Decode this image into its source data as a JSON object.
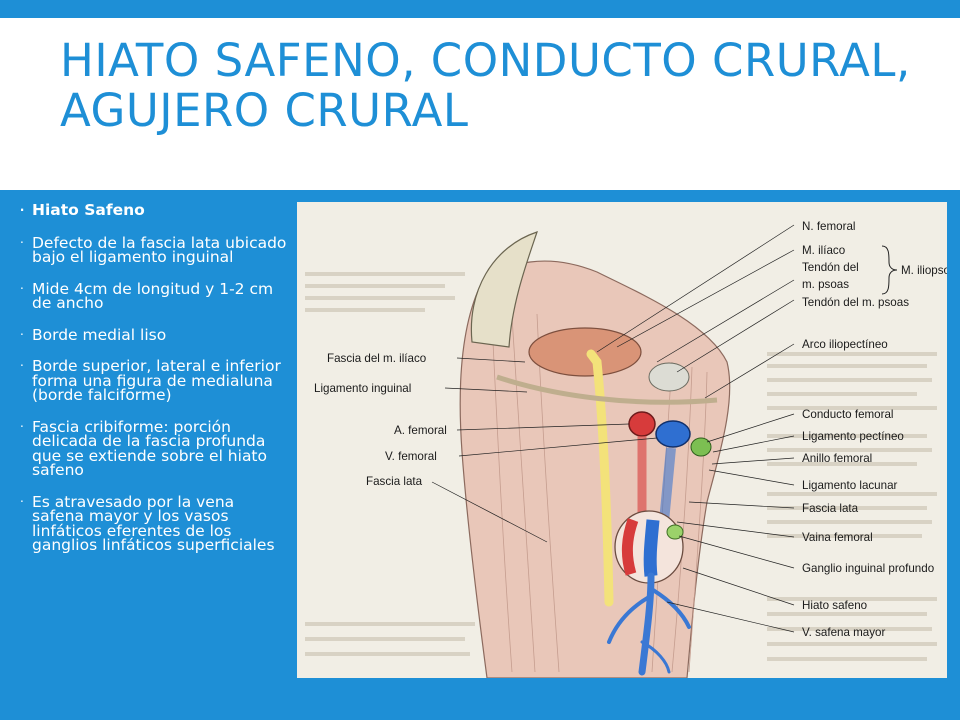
{
  "slide": {
    "title": "HIATO SAFENO, CONDUCTO CRURAL, AGUJERO CRURAL",
    "colors": {
      "accent": "#1e8fd6",
      "title_bg": "#ffffff",
      "body_text": "#ffffff"
    },
    "bullet_glyph": "‧",
    "bullets": [
      "Hiato Safeno",
      "Defecto de la fascia lata ubicado bajo el ligamento inguinal",
      "Mide 4cm de longitud y 1-2 cm de ancho",
      "Borde medial liso",
      "Borde superior, lateral e inferior forma una figura de medialuna (borde falciforme)",
      "Fascia cribiforme: porción delicada de la fascia profunda que se extiende sobre el hiato safeno",
      "Es atravesado por la vena safena mayor y los vasos linfáticos eferentes de los ganglios linfáticos superficiales"
    ]
  },
  "figure": {
    "labels_left": {
      "fascia_iliaco": "Fascia del m. ilíaco",
      "ligamento_inguinal": "Ligamento inguinal",
      "a_femoral": "A. femoral",
      "v_femoral": "V. femoral",
      "fascia_lata": "Fascia lata"
    },
    "labels_right": {
      "n_femoral": "N. femoral",
      "m_iliaco": "M. ilíaco",
      "tendon_del": "Tendón del",
      "m_psoas": "m. psoas",
      "m_iliopsoas": "M. iliopsoas",
      "tendon_psoas": "Tendón del m. psoas",
      "arco_iliopectineo": "Arco iliopectíneo",
      "conducto_femoral": "Conducto femoral",
      "ligamento_pectineo": "Ligamento pectíneo",
      "anillo_femoral": "Anillo femoral",
      "ligamento_lacunar": "Ligamento lacunar",
      "fascia_lata": "Fascia lata",
      "vaina_femoral": "Vaina femoral",
      "ganglio_inguinal": "Ganglio inguinal profundo",
      "hiato_safeno": "Hiato safeno",
      "v_safena_mayor": "V. safena mayor"
    }
  }
}
